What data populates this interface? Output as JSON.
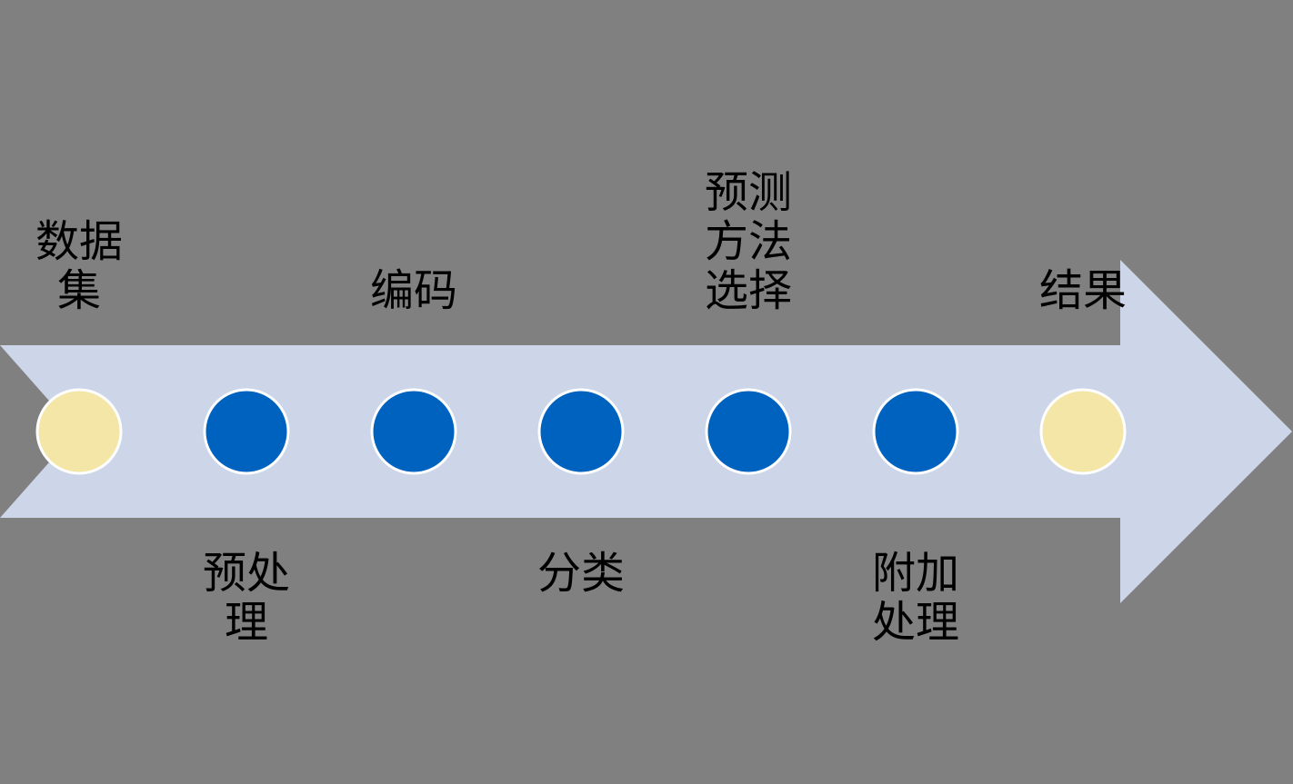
{
  "colors": {
    "background": "#808080",
    "arrow_fill": "#CDD5E9",
    "endpoint_node": "#F3E6A6",
    "process_node": "#0062BF",
    "node_border": "#FFFFFF",
    "text": "#000000"
  },
  "flow": {
    "steps": [
      {
        "label": "数据\n集",
        "kind": "endpoint",
        "label_side": "top"
      },
      {
        "label": "预处\n理",
        "kind": "process",
        "label_side": "bottom"
      },
      {
        "label": "编码",
        "kind": "process",
        "label_side": "top"
      },
      {
        "label": "分类",
        "kind": "process",
        "label_side": "bottom"
      },
      {
        "label": "预测\n方法\n选择",
        "kind": "process",
        "label_side": "top"
      },
      {
        "label": "附加\n处理",
        "kind": "process",
        "label_side": "bottom"
      },
      {
        "label": "结果",
        "kind": "endpoint",
        "label_side": "top"
      }
    ]
  }
}
